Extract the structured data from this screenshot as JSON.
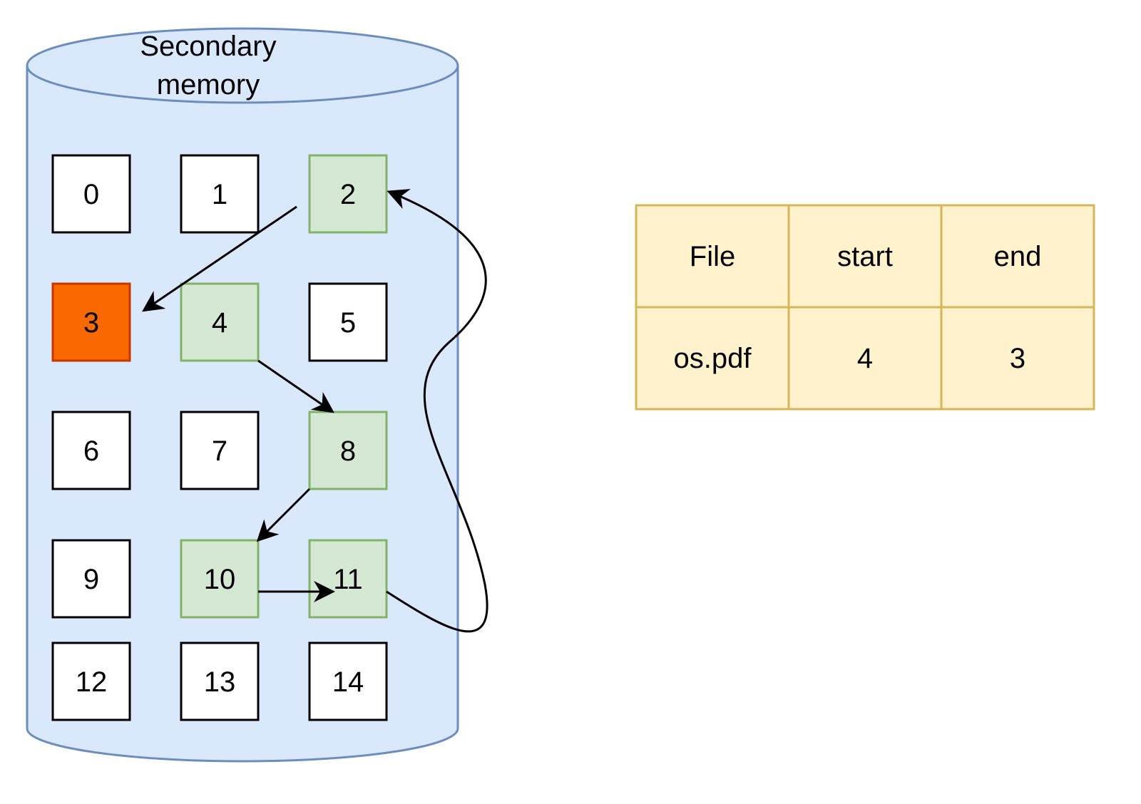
{
  "memory": {
    "title_line1": "Secondary",
    "title_line2": "memory",
    "fill": "#dae8fc",
    "stroke": "#6c8ebf"
  },
  "colors": {
    "free_fill": "#ffffff",
    "free_stroke": "#000000",
    "allocated_fill": "#d5e8d4",
    "allocated_stroke": "#82b366",
    "end_fill": "#fa6800",
    "end_stroke": "#c73500",
    "table_fill": "#fff2cc",
    "table_stroke": "#d6b656",
    "arrow": "#000000"
  },
  "blocks": [
    {
      "label": "0",
      "state": "free"
    },
    {
      "label": "1",
      "state": "free"
    },
    {
      "label": "2",
      "state": "allocated"
    },
    {
      "label": "3",
      "state": "end"
    },
    {
      "label": "4",
      "state": "allocated"
    },
    {
      "label": "5",
      "state": "free"
    },
    {
      "label": "6",
      "state": "free"
    },
    {
      "label": "7",
      "state": "free"
    },
    {
      "label": "8",
      "state": "allocated"
    },
    {
      "label": "9",
      "state": "free"
    },
    {
      "label": "10",
      "state": "allocated"
    },
    {
      "label": "11",
      "state": "allocated"
    },
    {
      "label": "12",
      "state": "free"
    },
    {
      "label": "13",
      "state": "free"
    },
    {
      "label": "14",
      "state": "free"
    }
  ],
  "links": [
    {
      "from": "4",
      "to": "8"
    },
    {
      "from": "8",
      "to": "10"
    },
    {
      "from": "10",
      "to": "11"
    },
    {
      "from": "11",
      "to": "2"
    },
    {
      "from": "2",
      "to": "3"
    }
  ],
  "table": {
    "headers": [
      "File",
      "start",
      "end"
    ],
    "rows": [
      [
        "os.pdf",
        "4",
        "3"
      ]
    ]
  }
}
